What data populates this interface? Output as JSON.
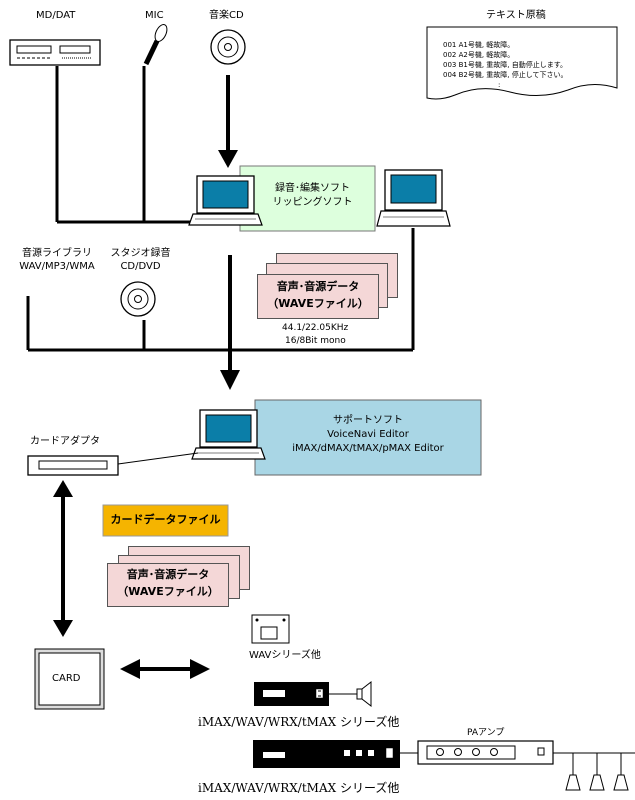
{
  "labels": {
    "md_dat": "MD/DAT",
    "mic": "MIC",
    "music_cd": "音楽CD",
    "text_manuscript": "テキスト原稿",
    "sound_library_1": "音源ライブラリ",
    "sound_library_2": "WAV/MP3/WMA",
    "studio_recording_1": "スタジオ録音",
    "studio_recording_2": "CD/DVD",
    "card_adapter": "カードアダプタ",
    "card": "CARD",
    "wav_series": "WAVシリーズ他",
    "pa_amp": "PAアンプ",
    "device_series_1": "iMAX/WAV/WRX/tMAX シリーズ他",
    "device_series_2": "iMAX/WAV/WRX/tMAX シリーズ他"
  },
  "manuscript_lines": [
    "001  A1号機, 軽故障。",
    "002  A2号機, 軽故障。",
    "003  B1号機, 重故障, 自動停止します。",
    "004  B2号機, 重故障, 停止して下さい。",
    ":"
  ],
  "recording_box": {
    "line1": "録音･編集ソフト",
    "line2": "リッピングソフト"
  },
  "audio_data_top": {
    "line1": "音声･音源データ",
    "line2": "（WAVEファイル）"
  },
  "audio_specs": {
    "line1": "44.1/22.05KHz",
    "line2": "16/8Bit mono"
  },
  "support_box": {
    "line1": "サポートソフト",
    "line2": "VoiceNavi Editor",
    "line3": "iMAX/dMAX/tMAX/pMAX  Editor"
  },
  "card_data_file": "カードデータファイル",
  "audio_data_bottom": {
    "line1": "音声･音源データ",
    "line2": "（WAVEファイル）"
  },
  "colors": {
    "green_box": "#ddffdd",
    "blue_box": "#a9d6e5",
    "pink_card": "#f4d7d7",
    "orange_box": "#f5b400"
  }
}
